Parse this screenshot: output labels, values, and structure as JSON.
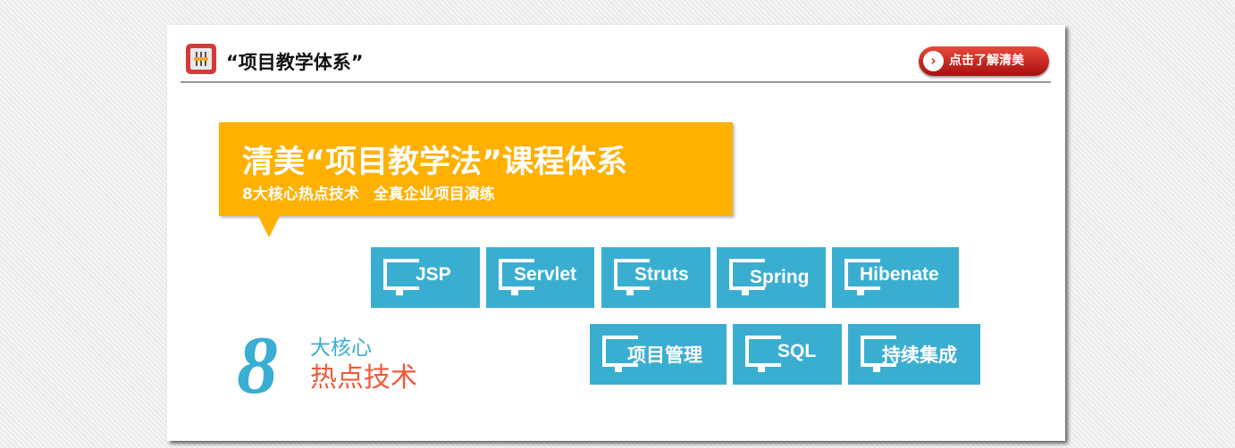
{
  "header": {
    "title": "“项目教学体系”",
    "button_label": "点击了解清美",
    "icon": "sliders-icon"
  },
  "banner": {
    "title": "清美“项目教学法”课程体系",
    "subtitle": "8大核心热点技术 全真企业项目演练"
  },
  "tiles_row1": [
    "JSP",
    "Servlet",
    "Struts",
    "Spring",
    "Hibenate"
  ],
  "tiles_row2": [
    "项目管理",
    "SQL",
    "持续集成"
  ],
  "emblem": {
    "number": "8",
    "line1": "大核心",
    "line2": "热点技术"
  },
  "colors": {
    "accent": "#3aaed1",
    "banner": "#ffb000",
    "button": "#c21a1a",
    "emblem_red": "#f05a3a"
  }
}
